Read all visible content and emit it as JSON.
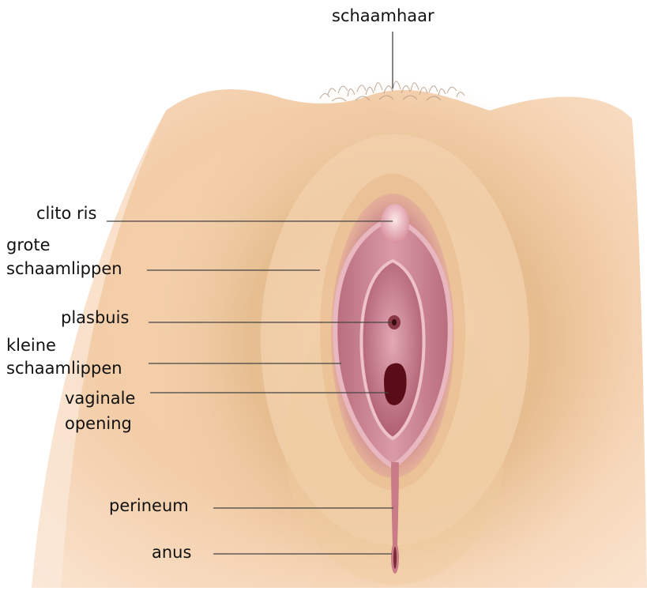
{
  "labels": {
    "pubic_hair": "schaamhaar",
    "clitoris": "clito ris",
    "labia_majora_line1": "grote",
    "labia_majora_line2": "schaamlippen",
    "urethra": "plasbuis",
    "labia_minora_line1": "kleine",
    "labia_minora_line2": "schaamlippen",
    "vaginal_opening_line1": "vaginale",
    "vaginal_opening_line2": "opening",
    "perineum": "perineum",
    "anus": "anus"
  },
  "colors": {
    "skin": "#f6d2b2",
    "skin_shadow": "#dcb27f",
    "labia_outer": "#c97b86",
    "labia_inner": "#e6a8b2",
    "vestibule": "#c77a8a",
    "opening": "#5a0d16",
    "leader_line": "#444444"
  }
}
